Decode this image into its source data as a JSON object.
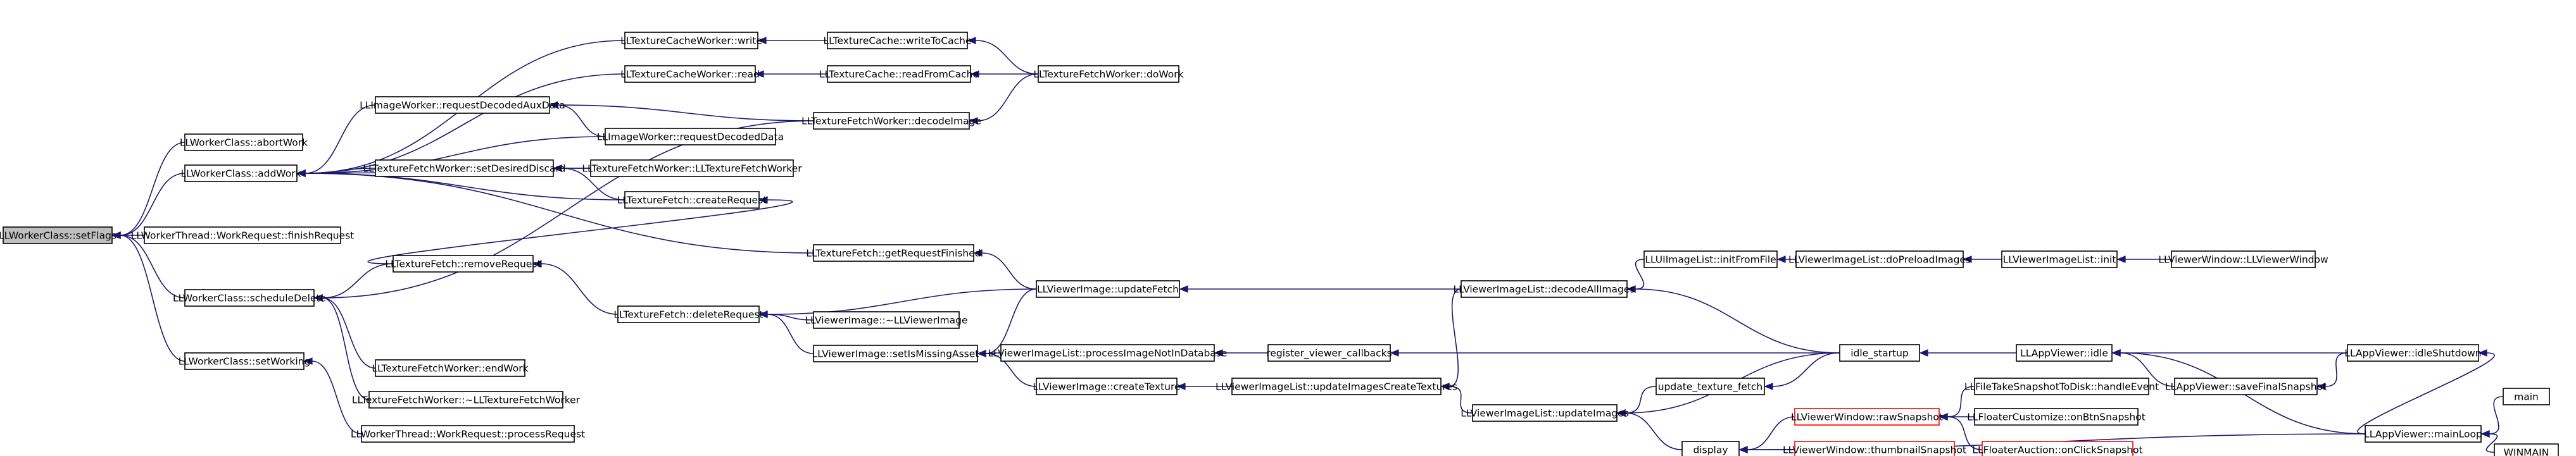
{
  "colors": {
    "edge": "#191970",
    "box_border": "#000000",
    "focus_fill": "#bfbfbf",
    "normal_fill": "#ffffff",
    "truncated_border": "#ff0000",
    "text": "#000000"
  },
  "nodes": [
    {
      "id": "setFlags",
      "label": "LLWorkerClass::setFlags",
      "style": "focus"
    },
    {
      "id": "abortWork",
      "label": "LLWorkerClass::abortWork",
      "style": "normal"
    },
    {
      "id": "addWork",
      "label": "LLWorkerClass::addWork",
      "style": "normal"
    },
    {
      "id": "finishRequest",
      "label": "LLWorkerThread::WorkRequest::finishRequest",
      "style": "normal"
    },
    {
      "id": "scheduleDelete",
      "label": "LLWorkerClass::scheduleDelete",
      "style": "normal"
    },
    {
      "id": "setWorking",
      "label": "LLWorkerClass::setWorking",
      "style": "normal"
    },
    {
      "id": "tcwWrite",
      "label": "LLTextureCacheWorker::write",
      "style": "normal"
    },
    {
      "id": "tcwRead",
      "label": "LLTextureCacheWorker::read",
      "style": "normal"
    },
    {
      "id": "iwReqAux",
      "label": "LLImageWorker::requestDecodedAuxData",
      "style": "normal"
    },
    {
      "id": "iwReqDec",
      "label": "LLImageWorker::requestDecodedData",
      "style": "normal"
    },
    {
      "id": "tfwSetDesired",
      "label": "LLTextureFetchWorker::setDesiredDiscard",
      "style": "normal"
    },
    {
      "id": "tfCreateReq",
      "label": "LLTextureFetch::createRequest",
      "style": "normal"
    },
    {
      "id": "tfRemoveReq",
      "label": "LLTextureFetch::removeRequest",
      "style": "normal"
    },
    {
      "id": "tfwEndWork",
      "label": "LLTextureFetchWorker::endWork",
      "style": "normal"
    },
    {
      "id": "tfwDtor",
      "label": "LLTextureFetchWorker::~LLTextureFetchWorker",
      "style": "normal"
    },
    {
      "id": "wrProcess",
      "label": "LLWorkerThread::WorkRequest::processRequest",
      "style": "normal"
    },
    {
      "id": "tcWriteToCache",
      "label": "LLTextureCache::writeToCache",
      "style": "normal"
    },
    {
      "id": "tcReadFromCache",
      "label": "LLTextureCache::readFromCache",
      "style": "normal"
    },
    {
      "id": "tfwDecode",
      "label": "LLTextureFetchWorker::decodeImage",
      "style": "normal"
    },
    {
      "id": "tfwCtor",
      "label": "LLTextureFetchWorker::LLTextureFetchWorker",
      "style": "normal"
    },
    {
      "id": "tfGetReqFin",
      "label": "LLTextureFetch::getRequestFinished",
      "style": "normal"
    },
    {
      "id": "tfDeleteReq",
      "label": "LLTextureFetch::deleteRequest",
      "style": "normal"
    },
    {
      "id": "tfwDoWork",
      "label": "LLTextureFetchWorker::doWork",
      "style": "normal"
    },
    {
      "id": "viUpdateFetch",
      "label": "LLViewerImage::updateFetch",
      "style": "normal"
    },
    {
      "id": "viDtor",
      "label": "LLViewerImage::~LLViewerImage",
      "style": "normal"
    },
    {
      "id": "vilProcessNotIn",
      "label": "LLViewerImageList::processImageNotInDatabase",
      "style": "normal"
    },
    {
      "id": "viSetsMissing",
      "label": "LLViewerImage::setIsMissingAsset",
      "style": "normal"
    },
    {
      "id": "viCreateTexture",
      "label": "LLViewerImage::createTexture",
      "style": "normal"
    },
    {
      "id": "registerCallbacks",
      "label": "register_viewer_callbacks",
      "style": "normal"
    },
    {
      "id": "vilUpdateCreate",
      "label": "LLViewerImageList::updateImagesCreateTextures",
      "style": "normal"
    },
    {
      "id": "vilDecodeAll",
      "label": "LLViewerImageList::decodeAllImages",
      "style": "normal"
    },
    {
      "id": "vilUpdateImages",
      "label": "LLViewerImageList::updateImages",
      "style": "normal"
    },
    {
      "id": "uiilInitFromFile",
      "label": "LLUIImageList::initFromFile",
      "style": "normal"
    },
    {
      "id": "updateTextureFetch",
      "label": "update_texture_fetch",
      "style": "normal"
    },
    {
      "id": "display",
      "label": "display",
      "style": "normal"
    },
    {
      "id": "vilDoPreload",
      "label": "LLViewerImageList::doPreloadImages",
      "style": "normal"
    },
    {
      "id": "idleStartup",
      "label": "idle_startup",
      "style": "normal"
    },
    {
      "id": "vwRawSnapshot",
      "label": "LLViewerWindow::rawSnapshot",
      "style": "truncated"
    },
    {
      "id": "vwThumbSnapshot",
      "label": "LLViewerWindow::thumbnailSnapshot",
      "style": "truncated"
    },
    {
      "id": "vilInit",
      "label": "LLViewerImageList::init",
      "style": "normal"
    },
    {
      "id": "fileTakeSnapshot",
      "label": "LLFileTakeSnapshotToDisk::handleEvent",
      "style": "normal"
    },
    {
      "id": "floaterCustomize",
      "label": "LLFloaterCustomize::onBtnSnapshot",
      "style": "normal"
    },
    {
      "id": "floaterAuction",
      "label": "LLFloaterAuction::onClickSnapshot",
      "style": "truncated"
    },
    {
      "id": "appIdle",
      "label": "LLAppViewer::idle",
      "style": "normal"
    },
    {
      "id": "vwCtor",
      "label": "LLViewerWindow::LLViewerWindow",
      "style": "normal"
    },
    {
      "id": "appSaveFinal",
      "label": "LLAppViewer::saveFinalSnapshot",
      "style": "normal"
    },
    {
      "id": "appMainLoop",
      "label": "LLAppViewer::mainLoop",
      "style": "normal"
    },
    {
      "id": "appIdleShutdown",
      "label": "LLAppViewer::idleShutdown",
      "style": "normal"
    },
    {
      "id": "main",
      "label": "main",
      "style": "normal"
    },
    {
      "id": "winmain",
      "label": "WINMAIN",
      "style": "normal"
    }
  ],
  "edges": [
    [
      "abortWork",
      "setFlags"
    ],
    [
      "addWork",
      "setFlags"
    ],
    [
      "finishRequest",
      "setFlags"
    ],
    [
      "scheduleDelete",
      "setFlags"
    ],
    [
      "setWorking",
      "setFlags"
    ],
    [
      "tcwWrite",
      "addWork"
    ],
    [
      "tcwRead",
      "addWork"
    ],
    [
      "iwReqAux",
      "addWork"
    ],
    [
      "iwReqDec",
      "addWork"
    ],
    [
      "tfwSetDesired",
      "addWork"
    ],
    [
      "tfCreateReq",
      "addWork"
    ],
    [
      "tfwCtor",
      "addWork"
    ],
    [
      "tfGetReqFin",
      "addWork"
    ],
    [
      "tfRemoveReq",
      "scheduleDelete"
    ],
    [
      "tfwEndWork",
      "scheduleDelete"
    ],
    [
      "tfwDtor",
      "scheduleDelete"
    ],
    [
      "tfwDecode",
      "scheduleDelete"
    ],
    [
      "wrProcess",
      "setWorking"
    ],
    [
      "tcWriteToCache",
      "tcwWrite"
    ],
    [
      "tcReadFromCache",
      "tcwRead"
    ],
    [
      "tfwDecode",
      "iwReqAux"
    ],
    [
      "iwReqDec",
      "iwReqAux"
    ],
    [
      "tfwCtor",
      "tfwSetDesired"
    ],
    [
      "tfCreateReq",
      "tfwSetDesired"
    ],
    [
      "tfRemoveReq",
      "tfCreateReq"
    ],
    [
      "tfDeleteReq",
      "tfRemoveReq"
    ],
    [
      "tfwDoWork",
      "tcWriteToCache"
    ],
    [
      "tfwDoWork",
      "tcReadFromCache"
    ],
    [
      "tfwDoWork",
      "tfwDecode"
    ],
    [
      "viUpdateFetch",
      "tfGetReqFin"
    ],
    [
      "viUpdateFetch",
      "tfDeleteReq"
    ],
    [
      "viDtor",
      "tfDeleteReq"
    ],
    [
      "viSetsMissing",
      "tfDeleteReq"
    ],
    [
      "vilDecodeAll",
      "viUpdateFetch"
    ],
    [
      "vilProcessNotIn",
      "viSetsMissing"
    ],
    [
      "viCreateTexture",
      "viSetsMissing"
    ],
    [
      "viUpdateFetch",
      "viSetsMissing"
    ],
    [
      "registerCallbacks",
      "vilProcessNotIn"
    ],
    [
      "vilUpdateCreate",
      "viCreateTexture"
    ],
    [
      "vilDecodeAll",
      "vilUpdateCreate"
    ],
    [
      "vilUpdateImages",
      "vilUpdateCreate"
    ],
    [
      "uiilInitFromFile",
      "vilDecodeAll"
    ],
    [
      "idleStartup",
      "vilDecodeAll"
    ],
    [
      "updateTextureFetch",
      "vilUpdateImages"
    ],
    [
      "idleStartup",
      "vilUpdateImages"
    ],
    [
      "display",
      "vilUpdateImages"
    ],
    [
      "vilDoPreload",
      "uiilInitFromFile"
    ],
    [
      "idleStartup",
      "updateTextureFetch"
    ],
    [
      "idleStartup",
      "registerCallbacks"
    ],
    [
      "vwRawSnapshot",
      "display"
    ],
    [
      "vwThumbSnapshot",
      "display"
    ],
    [
      "appMainLoop",
      "display"
    ],
    [
      "vilInit",
      "vilDoPreload"
    ],
    [
      "appIdle",
      "idleStartup"
    ],
    [
      "fileTakeSnapshot",
      "vwRawSnapshot"
    ],
    [
      "floaterCustomize",
      "vwRawSnapshot"
    ],
    [
      "floaterAuction",
      "vwRawSnapshot"
    ],
    [
      "vwCtor",
      "vilInit"
    ],
    [
      "appIdleShutdown",
      "appIdle"
    ],
    [
      "appMainLoop",
      "appIdle"
    ],
    [
      "appSaveFinal",
      "appIdle"
    ],
    [
      "appIdleShutdown",
      "appSaveFinal"
    ],
    [
      "appMainLoop",
      "appIdleShutdown"
    ],
    [
      "main",
      "appMainLoop"
    ],
    [
      "winmain",
      "appMainLoop"
    ]
  ]
}
